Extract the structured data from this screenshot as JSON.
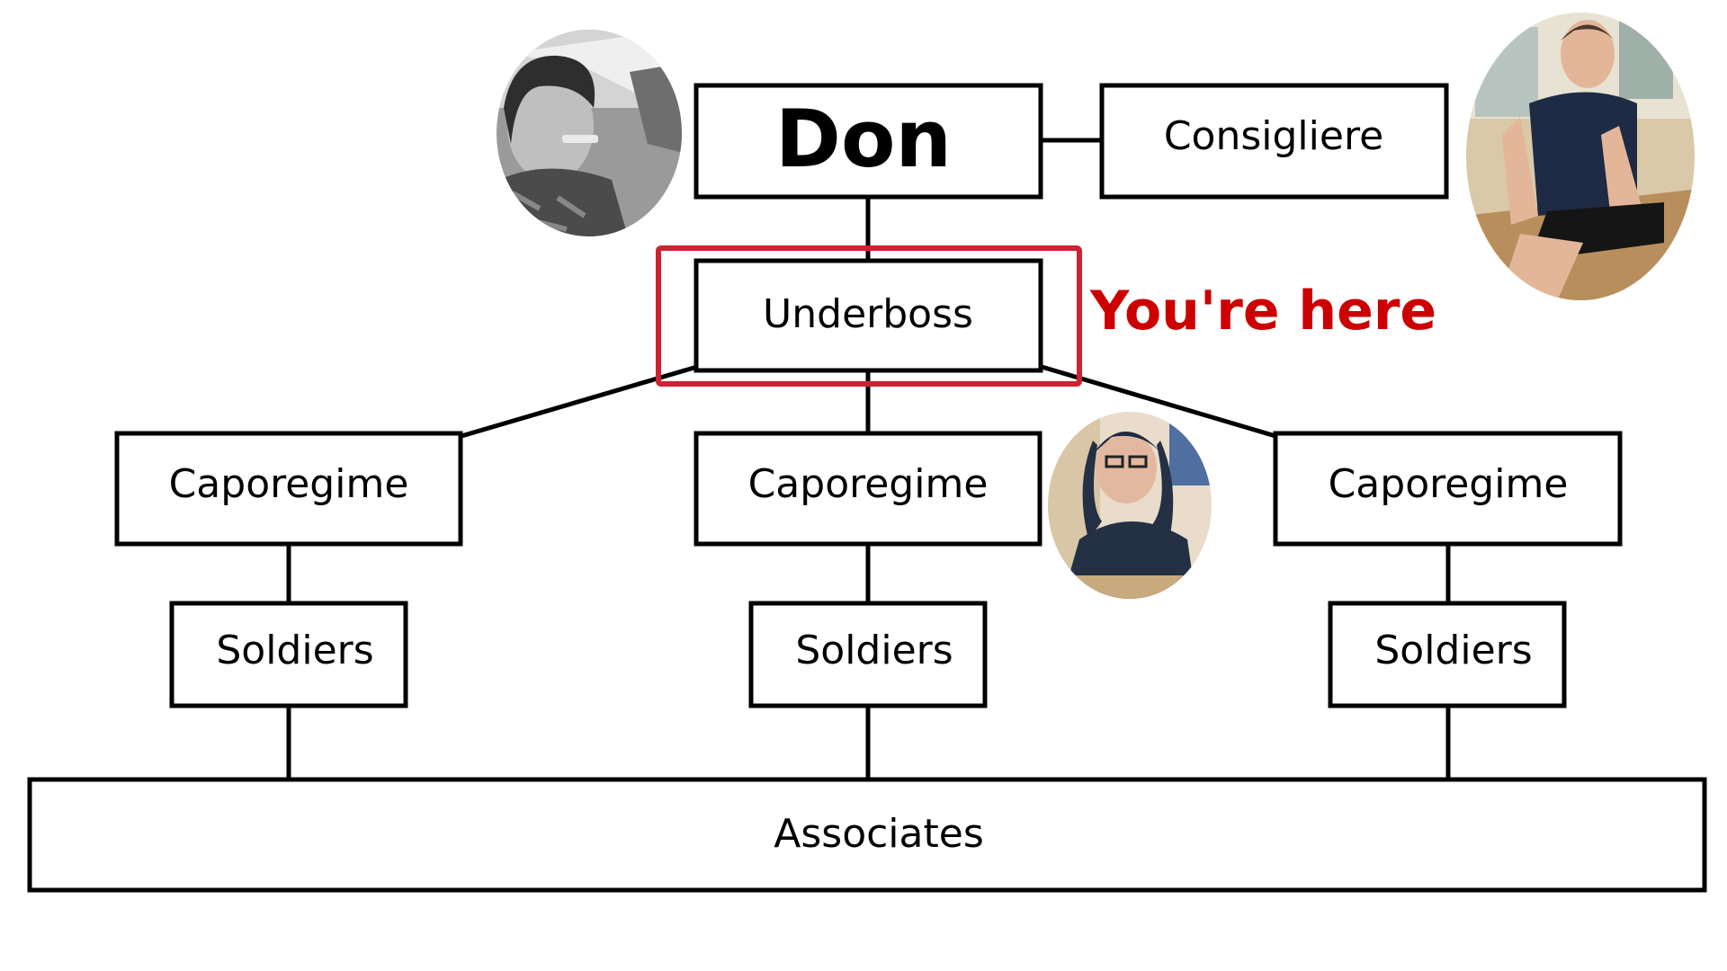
{
  "diagram": {
    "nodes": {
      "don": "Don",
      "consigliere": "Consigliere",
      "underboss": "Underboss",
      "caporegime_left": "Caporegime",
      "caporegime_center": "Caporegime",
      "caporegime_right": "Caporegime",
      "soldiers_left": "Soldiers",
      "soldiers_center": "Soldiers",
      "soldiers_right": "Soldiers",
      "associates": "Associates"
    },
    "highlight": {
      "label": "You're here",
      "color": "#cc0000",
      "frame_color": "#cc2233"
    }
  }
}
